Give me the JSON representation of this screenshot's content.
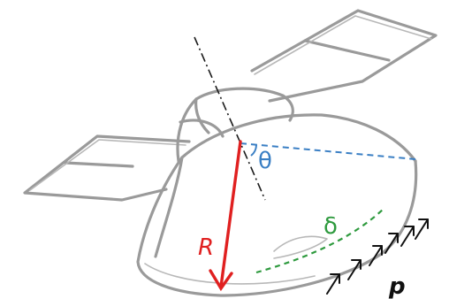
{
  "labels": {
    "radius": "R",
    "angle": "θ",
    "thickness": "δ",
    "pressure": "p"
  },
  "colors": {
    "sketch": "#9a9a9a",
    "axis": "#1a1a1a",
    "radius": "#e02020",
    "angle": "#3a7fc4",
    "thickness": "#2e9a3e",
    "pressure": "#111111"
  }
}
